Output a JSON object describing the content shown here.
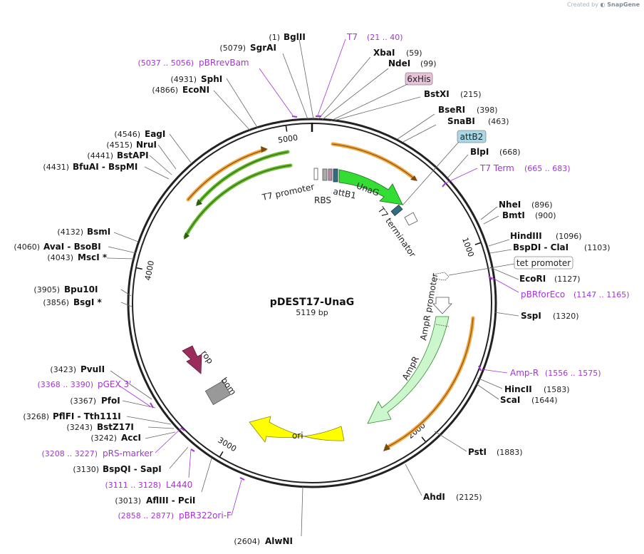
{
  "credit": {
    "prefix": "Created by",
    "brand": "SnapGene"
  },
  "plasmid": {
    "name": "pDEST17-UnaG",
    "length_label": "5119 bp",
    "length": 5119
  },
  "colors": {
    "backbone": "#222222",
    "primer": "#a334d6",
    "cds_green": "#33dd33",
    "amp_light": "#ccf7cc",
    "ori_yellow": "#ffff00",
    "rop_purple": "#9b2d5c",
    "att_teal": "#2e6d86",
    "orf_orange": "#f1a43a",
    "orf_green": "#67bb2c",
    "bom_gray": "#999999"
  },
  "ticks": [
    {
      "pos": 1000,
      "label": "1000"
    },
    {
      "pos": 2000,
      "label": "2000"
    },
    {
      "pos": 3000,
      "label": "3000"
    },
    {
      "pos": 4000,
      "label": "4000"
    },
    {
      "pos": 5000,
      "label": "5000"
    }
  ],
  "features": [
    {
      "name": "UnaG",
      "label": "UnaG",
      "type": "cds",
      "start": 310,
      "end": 790,
      "color": "#33dd33",
      "label_inside": true
    },
    {
      "name": "AmpR",
      "label": "AmpR",
      "type": "cds",
      "start": 1600,
      "end": 2440,
      "color": "#ccf7cc",
      "label_inside": true
    },
    {
      "name": "ori",
      "label": "ori",
      "type": "origin",
      "start": 2620,
      "end": 3180,
      "color": "#ffff00",
      "label_inside": true
    },
    {
      "name": "AmpR promoter",
      "label": "AmpR promoter",
      "type": "promoter"
    },
    {
      "name": "T7 promoter",
      "label": "T7 promoter",
      "type": "promoter"
    },
    {
      "name": "RBS",
      "label": "RBS",
      "type": "rbs"
    },
    {
      "name": "attB1",
      "label": "attB1",
      "type": "att"
    },
    {
      "name": "T7 terminator",
      "label": "T7 terminator",
      "type": "terminator"
    },
    {
      "name": "tet promoter",
      "label": "tet promoter",
      "type": "promoter"
    },
    {
      "name": "rop",
      "label": "rop",
      "type": "cds"
    },
    {
      "name": "bom",
      "label": "bom",
      "type": "misc"
    },
    {
      "name": "6xHis",
      "label": "6xHis",
      "type": "tag",
      "color": "#e7c2d8"
    },
    {
      "name": "attB2",
      "label": "attB2",
      "type": "att",
      "color": "#a8d8e6"
    }
  ],
  "sites_right": [
    {
      "name": "XbaI",
      "pos": "(59)"
    },
    {
      "name": "NdeI",
      "pos": "(99)"
    },
    {
      "name": "BstXI",
      "pos": "(215)"
    },
    {
      "name": "BseRI",
      "pos": "(398)"
    },
    {
      "name": "SnaBI",
      "pos": "(463)"
    },
    {
      "name": "BlpI",
      "pos": "(668)"
    },
    {
      "name": "NheI",
      "pos": "(896)"
    },
    {
      "name": "BmtI",
      "pos": "(900)"
    },
    {
      "name": "HindIII",
      "pos": "(1096)"
    },
    {
      "name": "BspDI - ClaI",
      "pos": "(1103)"
    },
    {
      "name": "EcoRI",
      "pos": "(1127)"
    },
    {
      "name": "SspI",
      "pos": "(1320)"
    },
    {
      "name": "HincII",
      "pos": "(1583)"
    },
    {
      "name": "ScaI",
      "pos": "(1644)"
    },
    {
      "name": "PstI",
      "pos": "(1883)"
    },
    {
      "name": "AhdI",
      "pos": "(2125)"
    }
  ],
  "sites_left": [
    {
      "name": "BglII",
      "pos": "(1)"
    },
    {
      "name": "SgrAI",
      "pos": "(5079)"
    },
    {
      "name": "SphI",
      "pos": "(4931)"
    },
    {
      "name": "EcoNI",
      "pos": "(4866)"
    },
    {
      "name": "EagI",
      "pos": "(4546)"
    },
    {
      "name": "NruI",
      "pos": "(4515)"
    },
    {
      "name": "BstAPI",
      "pos": "(4441)"
    },
    {
      "name": "BfuAI - BspMI",
      "pos": "(4431)"
    },
    {
      "name": "BsmI",
      "pos": "(4132)"
    },
    {
      "name": "AvaI - BsoBI",
      "pos": "(4060)"
    },
    {
      "name": "MscI *",
      "pos": "(4043)"
    },
    {
      "name": "Bpu10I",
      "pos": "(3905)"
    },
    {
      "name": "BsgI *",
      "pos": "(3856)"
    },
    {
      "name": "PvuII",
      "pos": "(3423)"
    },
    {
      "name": "PfoI",
      "pos": "(3367)"
    },
    {
      "name": "PflFI - Tth111I",
      "pos": "(3268)"
    },
    {
      "name": "BstZ17I",
      "pos": "(3243)"
    },
    {
      "name": "AccI",
      "pos": "(3242)"
    },
    {
      "name": "BspQI - SapI",
      "pos": "(3130)"
    },
    {
      "name": "AflIII - PciI",
      "pos": "(3013)"
    },
    {
      "name": "AlwNI",
      "pos": "(2604)"
    }
  ],
  "primers": [
    {
      "name": "T7",
      "range": "(21 .. 40)"
    },
    {
      "name": "T7 Term",
      "range": "(665 .. 683)"
    },
    {
      "name": "pBRforEco",
      "range": "(1147 .. 1165)"
    },
    {
      "name": "Amp-R",
      "range": "(1556 .. 1575)"
    },
    {
      "name": "pBR322ori-F",
      "range": "(2858 .. 2877)"
    },
    {
      "name": "L4440",
      "range": "(3111 .. 3128)"
    },
    {
      "name": "pRS-marker",
      "range": "(3208 .. 3227)"
    },
    {
      "name": "pGEX 3'",
      "range": "(3368 .. 3390)"
    },
    {
      "name": "pBRrevBam",
      "range": "(5037 .. 5056)"
    }
  ]
}
